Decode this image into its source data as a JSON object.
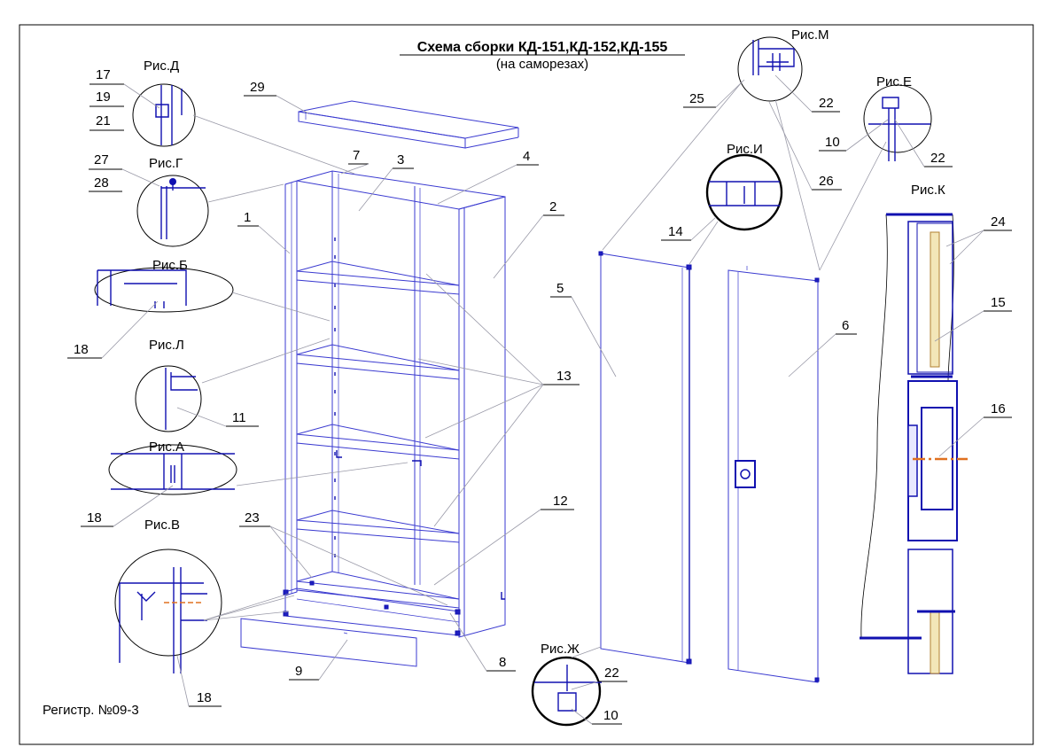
{
  "title": "Схема сборки КД-151,КД-152,КД-155",
  "subtitle": "(на саморезах)",
  "registry": "Регистр. №09-3",
  "views": {
    "d": "Рис.Д",
    "g": "Рис.Г",
    "b": "Рис.Б",
    "l": "Рис.Л",
    "a": "Рис.А",
    "v": "Рис.В",
    "m": "Рис.М",
    "e": "Рис.Е",
    "i": "Рис.И",
    "k": "Рис.К",
    "zh": "Рис.Ж"
  },
  "callouts": {
    "c17": "17",
    "c19": "19",
    "c21": "21",
    "c27": "27",
    "c28": "28",
    "c18a": "18",
    "c11": "11",
    "c18b": "18",
    "c18c": "18",
    "c23": "23",
    "c9": "9",
    "c8": "8",
    "c29": "29",
    "c7": "7",
    "c3": "3",
    "c4": "4",
    "c1": "1",
    "c2": "2",
    "c13": "13",
    "c12": "12",
    "c5": "5",
    "c6": "6",
    "c25": "25",
    "c22m": "22",
    "c26": "26",
    "c10e": "10",
    "c22e": "22",
    "c14": "14",
    "c24": "24",
    "c15": "15",
    "c16": "16",
    "c22zh": "22",
    "c10zh": "10"
  },
  "colors": {
    "line": "#3a3ad0",
    "dark_blue": "#1010b0",
    "accent_orange": "#e07020",
    "leader": "#9a9aa8"
  }
}
